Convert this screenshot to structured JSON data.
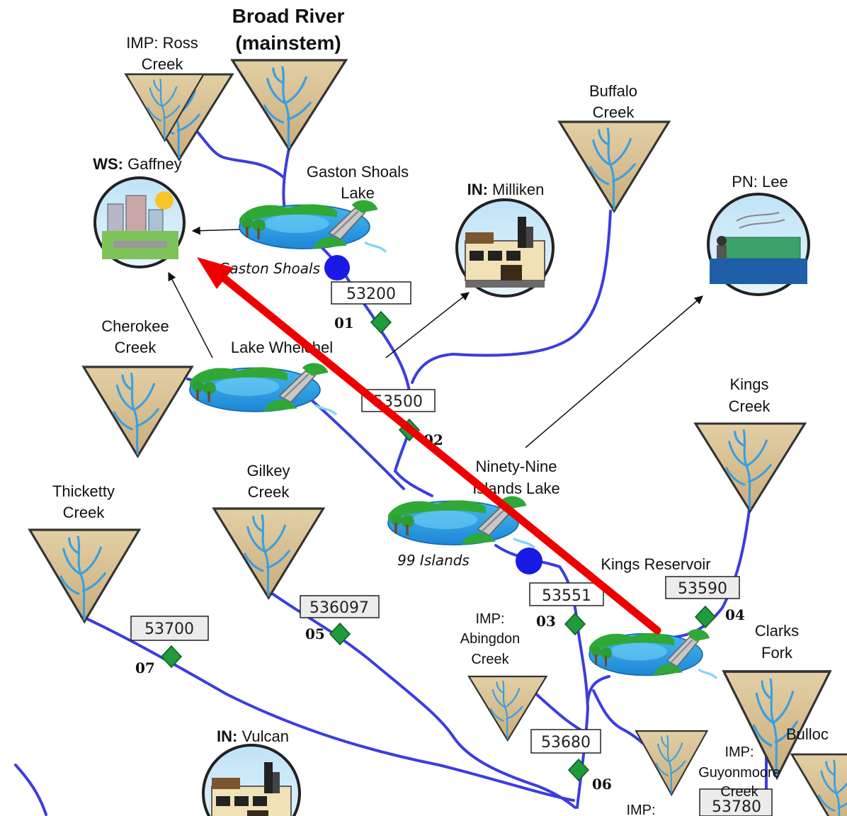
{
  "title": {
    "line1": "Broad River",
    "line2": "(mainstem)"
  },
  "basins": {
    "ross": {
      "prefix": "IMP: Ross",
      "line2": "Creek"
    },
    "buffalo": {
      "line1": "Buffalo",
      "line2": "Creek"
    },
    "cherokee": {
      "line1": "Cherokee",
      "line2": "Creek"
    },
    "kings": {
      "line1": "Kings",
      "line2": "Creek"
    },
    "gilkey": {
      "line1": "Gilkey",
      "line2": "Creek"
    },
    "thicketty": {
      "line1": "Thicketty",
      "line2": "Creek"
    },
    "abingdon": {
      "line1": "IMP:",
      "line2": "Abingdon",
      "line3": "Creek"
    },
    "clarks": {
      "line1": "Clarks",
      "line2": "Fork"
    },
    "guyonmoore": {
      "line1": "IMP:",
      "line2": "Guyonmoore",
      "line3": "Creek"
    },
    "bullock": {
      "line1": "Bulloc"
    },
    "imp_bottom": {
      "line1": "IMP:"
    }
  },
  "nodes": {
    "gaffney": {
      "prefix": "WS:",
      "name": " Gaffney"
    },
    "milliken": {
      "prefix": "IN:",
      "name": " Milliken"
    },
    "lee": {
      "name": "PN: Lee"
    },
    "vulcan": {
      "prefix": "IN:",
      "name": " Vulcan"
    }
  },
  "lakes": {
    "gaston": {
      "line1": "Gaston Shoals",
      "line2": "Lake",
      "dam": "Gaston Shoals"
    },
    "whelchel": {
      "line1": "Lake Whelchel"
    },
    "ninety_nine": {
      "line1": "Ninety-Nine",
      "line2": "Islands Lake",
      "dam": "99 Islands"
    },
    "kings_res": {
      "line1": "Kings Reservoir"
    }
  },
  "gauges": [
    {
      "id": "53200",
      "site": "01"
    },
    {
      "id": "53500",
      "site": "02"
    },
    {
      "id": "53551",
      "site": "03"
    },
    {
      "id": "53590",
      "site": "04"
    },
    {
      "id": "536097",
      "site": "05"
    },
    {
      "id": "53680",
      "site": "06"
    },
    {
      "id": "53700",
      "site": "07"
    },
    {
      "id": "53780",
      "site": ""
    }
  ],
  "colors": {
    "river": "#3d3ddf",
    "stream": "#2a9fe0",
    "basin_fill": "#d9c39a",
    "gauge": "#1f9a3c",
    "dam_node": "#1a1ae6",
    "highlight_arrow": "#ee0000"
  }
}
